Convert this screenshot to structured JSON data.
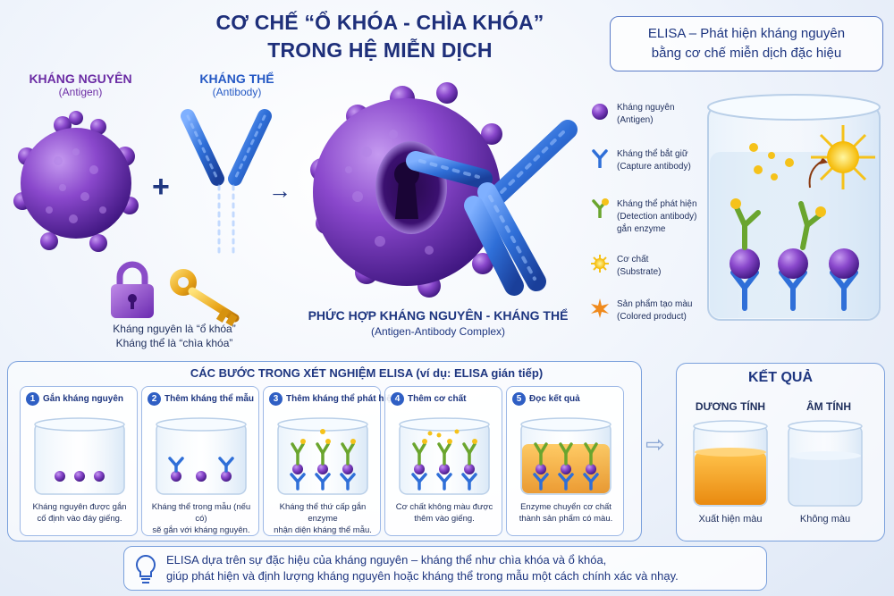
{
  "header": {
    "title_line1": "CƠ CHẾ “Ổ KHÓA - CHÌA KHÓA”",
    "title_line2": "TRONG HỆ MIỄN DỊCH"
  },
  "antigen": {
    "label": "KHÁNG NGUYÊN",
    "sub": "(Antigen)"
  },
  "antibody": {
    "label": "KHÁNG THỂ",
    "sub": "(Antibody)"
  },
  "lock_key_note": {
    "line1": "Kháng nguyên là “ổ khóa”",
    "line2": "Kháng thể là “chìa khóa”"
  },
  "complex": {
    "label": "PHỨC HỢP KHÁNG NGUYÊN - KHÁNG THỂ",
    "sub": "(Antigen-Antibody Complex)"
  },
  "elisa_box": {
    "line1": "ELISA – Phát hiện kháng nguyên",
    "line2": "bằng cơ chế miễn dịch đặc hiệu"
  },
  "legend": [
    {
      "icon": "antigen-icon",
      "line1": "Kháng nguyên",
      "line2": "(Antigen)",
      "line3": ""
    },
    {
      "icon": "capture-antibody-icon",
      "line1": "Kháng thể bắt giữ",
      "line2": "(Capture antibody)",
      "line3": ""
    },
    {
      "icon": "detection-antibody-icon",
      "line1": "Kháng thể phát hiện",
      "line2": "(Detection antibody)",
      "line3": "gắn enzyme"
    },
    {
      "icon": "substrate-icon",
      "line1": "Cơ chất",
      "line2": "(Substrate)",
      "line3": ""
    },
    {
      "icon": "colored-product-icon",
      "line1": "Sản phẩm tạo màu",
      "line2": "(Colored product)",
      "line3": ""
    }
  ],
  "steps": {
    "title": "CÁC BƯỚC TRONG XÉT NGHIỆM ELISA",
    "note": "(ví dụ: ELISA gián tiếp)",
    "items": [
      {
        "num": "1",
        "head": "Gắn kháng nguyên",
        "desc1": "Kháng nguyên được gắn",
        "desc2": "cố định vào đáy giếng."
      },
      {
        "num": "2",
        "head": "Thêm kháng thể mẫu",
        "desc1": "Kháng thể trong mẫu (nếu có)",
        "desc2": "sẽ gắn với kháng nguyên."
      },
      {
        "num": "3",
        "head": "Thêm kháng thể phát hiện",
        "desc1": "Kháng thể thứ cấp gắn enzyme",
        "desc2": "nhận diện kháng thể mẫu."
      },
      {
        "num": "4",
        "head": "Thêm cơ chất",
        "desc1": "Cơ chất không màu được",
        "desc2": "thêm vào giếng."
      },
      {
        "num": "5",
        "head": "Đọc kết quả",
        "desc1": "Enzyme chuyển cơ chất",
        "desc2": "thành sản phẩm có màu."
      }
    ]
  },
  "result": {
    "title": "KẾT QUẢ",
    "positive_label": "DƯƠNG TÍNH",
    "negative_label": "ÂM TÍNH",
    "positive_caption": "Xuất hiện màu",
    "negative_caption": "Không màu"
  },
  "footer": {
    "line1": "ELISA dựa trên sự đặc hiệu của kháng nguyên – kháng thể như chìa khóa và ổ khóa,",
    "line2": "giúp phát hiện và định lượng kháng nguyên hoặc kháng thể trong mẫu một cách chính xác và nhạy."
  },
  "colors": {
    "antigen": "#7a3cc0",
    "antibody": "#2f6fd8",
    "detection_antibody": "#6aa52e",
    "substrate": "#f5c21a",
    "product": "#f08a1c",
    "title": "#1e2f7a"
  }
}
